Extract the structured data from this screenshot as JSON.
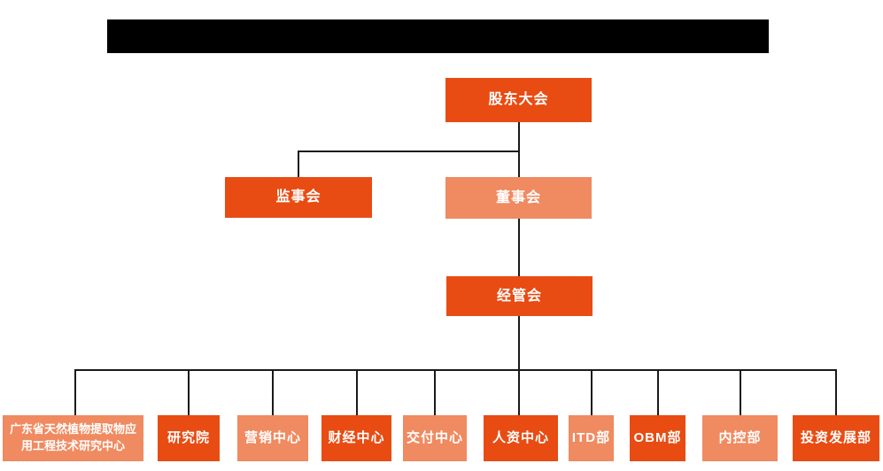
{
  "colors": {
    "node_dark_orange": "#E84C13",
    "node_light_orange": "#F08A60",
    "connector_line": "#1A1A1A",
    "node_text": "#FFFFFF",
    "redaction_bar": "#000000",
    "background": "#FFFFFF"
  },
  "org_chart": {
    "type": "org-hierarchy",
    "root": {
      "label": "股东大会",
      "variant": "dark"
    },
    "level2": [
      {
        "label": "监事会",
        "variant": "dark"
      },
      {
        "label": "董事会",
        "variant": "light"
      }
    ],
    "level3": [
      {
        "label": "经管会",
        "variant": "dark"
      }
    ],
    "departments": [
      {
        "label": "广东省天然植物提取物应用工程技术研究中心",
        "variant": "light"
      },
      {
        "label": "研究院",
        "variant": "dark"
      },
      {
        "label": "营销中心",
        "variant": "light"
      },
      {
        "label": "财经中心",
        "variant": "dark"
      },
      {
        "label": "交付中心",
        "variant": "light"
      },
      {
        "label": "人资中心",
        "variant": "dark"
      },
      {
        "label": "ITD部",
        "variant": "light"
      },
      {
        "label": "OBM部",
        "variant": "dark"
      },
      {
        "label": "内控部",
        "variant": "light"
      },
      {
        "label": "投资发展部",
        "variant": "dark"
      }
    ]
  }
}
